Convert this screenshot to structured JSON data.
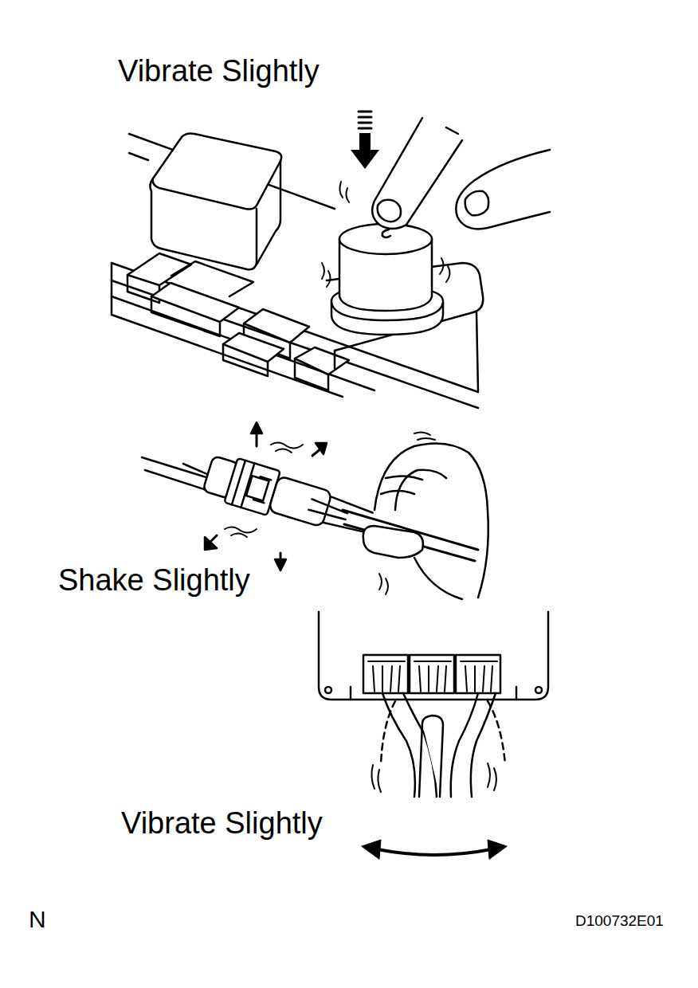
{
  "diagram": {
    "labels": [
      "Vibrate Slightly",
      "Shake Slightly",
      "Vibrate Slightly",
      "N",
      "D100732E01"
    ]
  }
}
